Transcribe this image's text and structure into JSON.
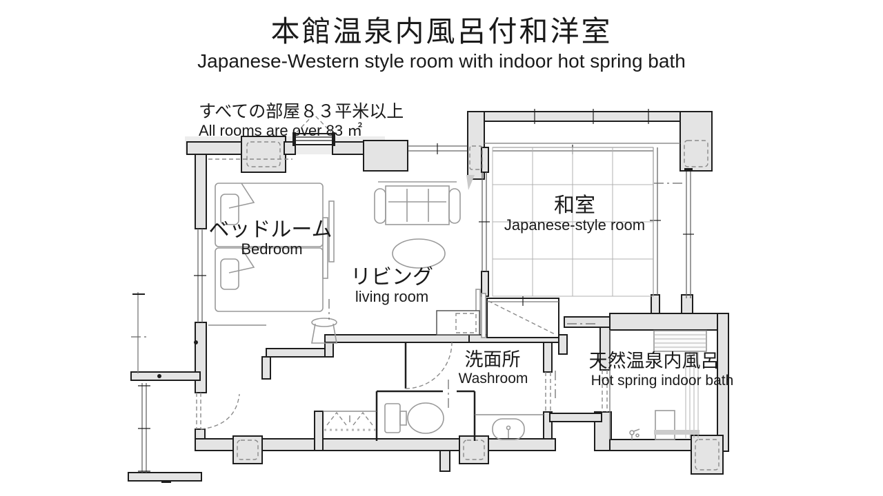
{
  "header": {
    "title_ja": "本館温泉内風呂付和洋室",
    "title_en": "Japanese-Western style room with indoor hot spring bath"
  },
  "note": {
    "ja": "すべての部屋８３平米以上",
    "en": "All rooms are over 83 ㎡"
  },
  "rooms": {
    "bedroom": {
      "label_ja": "ベッドルーム",
      "label_en": "Bedroom"
    },
    "living_room": {
      "label_ja": "リビング",
      "label_en": "living room"
    },
    "japanese_room": {
      "label_ja": "和室",
      "label_en": "Japanese-style room"
    },
    "washroom": {
      "label_ja": "洗面所",
      "label_en": "Washroom"
    },
    "hot_spring_bath": {
      "label_ja": "天然温泉内風呂",
      "label_en": "Hot spring indoor bath"
    }
  },
  "colors": {
    "background": "#ffffff",
    "wall_fill": "#e4e4e4",
    "wall_line": "#1d1d1d",
    "furniture_line": "#999999",
    "dash_line": "#8a8a8a"
  }
}
